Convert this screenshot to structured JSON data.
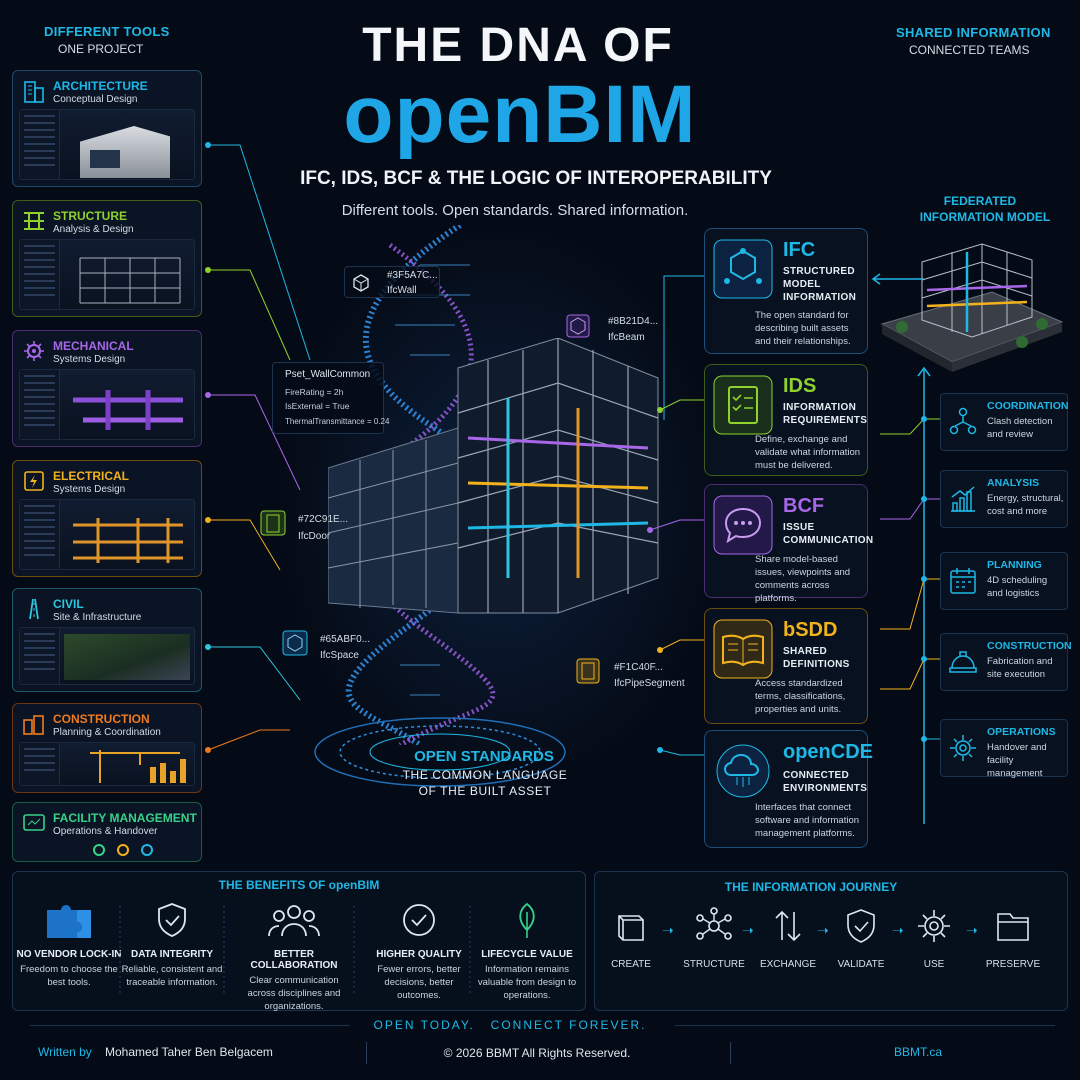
{
  "header": {
    "left_title": "DIFFERENT TOOLS",
    "left_sub": "ONE PROJECT",
    "right_title": "SHARED INFORMATION",
    "right_sub": "CONNECTED TEAMS",
    "title_line1": "THE DNA OF",
    "title_line2": "openBIM",
    "subtitle": "IFC, IDS, BCF & THE LOGIC OF INTEROPERABILITY",
    "tagline": "Different tools. Open standards. Shared information."
  },
  "tools": [
    {
      "title": "ARCHITECTURE",
      "sub": "Conceptual Design",
      "color": "#1fb8e6"
    },
    {
      "title": "STRUCTURE",
      "sub": "Analysis & Design",
      "color": "#8fd22e"
    },
    {
      "title": "MECHANICAL",
      "sub": "Systems Design",
      "color": "#a867e8"
    },
    {
      "title": "ELECTRICAL",
      "sub": "Systems Design",
      "color": "#f2b21c"
    },
    {
      "title": "CIVIL",
      "sub": "Site & Infrastructure",
      "color": "#2ec6dc"
    },
    {
      "title": "CONSTRUCTION",
      "sub": "Planning & Coordination",
      "color": "#f07a1f"
    },
    {
      "title": "FACILITY MANAGEMENT",
      "sub": "Operations & Handover",
      "color": "#37d28a"
    }
  ],
  "tags": [
    {
      "id": "#3F5A7C...",
      "name": "IfcWall"
    },
    {
      "id": "#8B21D4...",
      "name": "IfcBeam"
    },
    {
      "id": "#72C91E...",
      "name": "IfcDoor"
    },
    {
      "id": "#65ABF0...",
      "name": "IfcSpace"
    },
    {
      "id": "#F1C40F...",
      "name": "IfcPipeSegment"
    }
  ],
  "pset": {
    "name": "Pset_WallCommon",
    "rows": [
      "FireRating  = 2h",
      "IsExternal  = True",
      "ThermalTransmittance  = 0.24"
    ]
  },
  "center": {
    "title": "OPEN STANDARDS",
    "line1": "THE COMMON LANGUAGE",
    "line2": "OF THE BUILT ASSET"
  },
  "standards": [
    {
      "name": "IFC",
      "l1": "STRUCTURED",
      "l2": "MODEL",
      "l3": "INFORMATION",
      "desc": "The open standard for describing built assets and their relationships.",
      "color": "#1fb8e6"
    },
    {
      "name": "IDS",
      "l1": "INFORMATION",
      "l2": "REQUIREMENTS",
      "l3": "",
      "desc": "Define, exchange and validate what information must be delivered.",
      "color": "#8fd22e"
    },
    {
      "name": "BCF",
      "l1": "ISSUE",
      "l2": "COMMUNICATION",
      "l3": "",
      "desc": "Share model-based issues, viewpoints and comments across platforms.",
      "color": "#a867e8"
    },
    {
      "name": "bSDD",
      "l1": "SHARED",
      "l2": "DEFINITIONS",
      "l3": "",
      "desc": "Access standardized terms, classifications, properties and units.",
      "color": "#f2b21c"
    },
    {
      "name": "openCDE",
      "l1": "CONNECTED",
      "l2": "ENVIRONMENTS",
      "l3": "",
      "desc": "Interfaces that connect software and information management platforms.",
      "color": "#1fb8e6"
    }
  ],
  "federated": {
    "line1": "FEDERATED",
    "line2": "INFORMATION MODEL"
  },
  "phases": [
    {
      "title": "COORDINATION",
      "desc1": "Clash detection",
      "desc2": "and review"
    },
    {
      "title": "ANALYSIS",
      "desc1": "Energy, structural,",
      "desc2": "cost and more"
    },
    {
      "title": "PLANNING",
      "desc1": "4D scheduling",
      "desc2": "and logistics"
    },
    {
      "title": "CONSTRUCTION",
      "desc1": "Fabrication and",
      "desc2": "site execution"
    },
    {
      "title": "OPERATIONS",
      "desc1": "Handover and",
      "desc2": "facility management"
    }
  ],
  "benefits": {
    "title": "THE BENEFITS OF openBIM",
    "items": [
      {
        "title": "NO VENDOR LOCK-IN",
        "desc": "Freedom to choose the best tools."
      },
      {
        "title": "DATA INTEGRITY",
        "desc": "Reliable, consistent and traceable information."
      },
      {
        "title": "BETTER COLLABORATION",
        "desc": "Clear communication across disciplines and organizations."
      },
      {
        "title": "HIGHER QUALITY",
        "desc": "Fewer errors, better decisions, better outcomes."
      },
      {
        "title": "LIFECYCLE VALUE",
        "desc": "Information remains valuable from design to operations."
      }
    ]
  },
  "journey": {
    "title": "THE INFORMATION JOURNEY",
    "steps": [
      "CREATE",
      "STRUCTURE",
      "EXCHANGE",
      "VALIDATE",
      "USE",
      "PRESERVE"
    ]
  },
  "footer": {
    "motto": "OPEN TODAY.   CONNECT FOREVER.",
    "written_by_label": "Written by",
    "author": "Mohamed Taher Ben Belgacem",
    "copyright": "© 2026 BBMT All Rights Reserved.",
    "site": "BBMT.ca"
  }
}
